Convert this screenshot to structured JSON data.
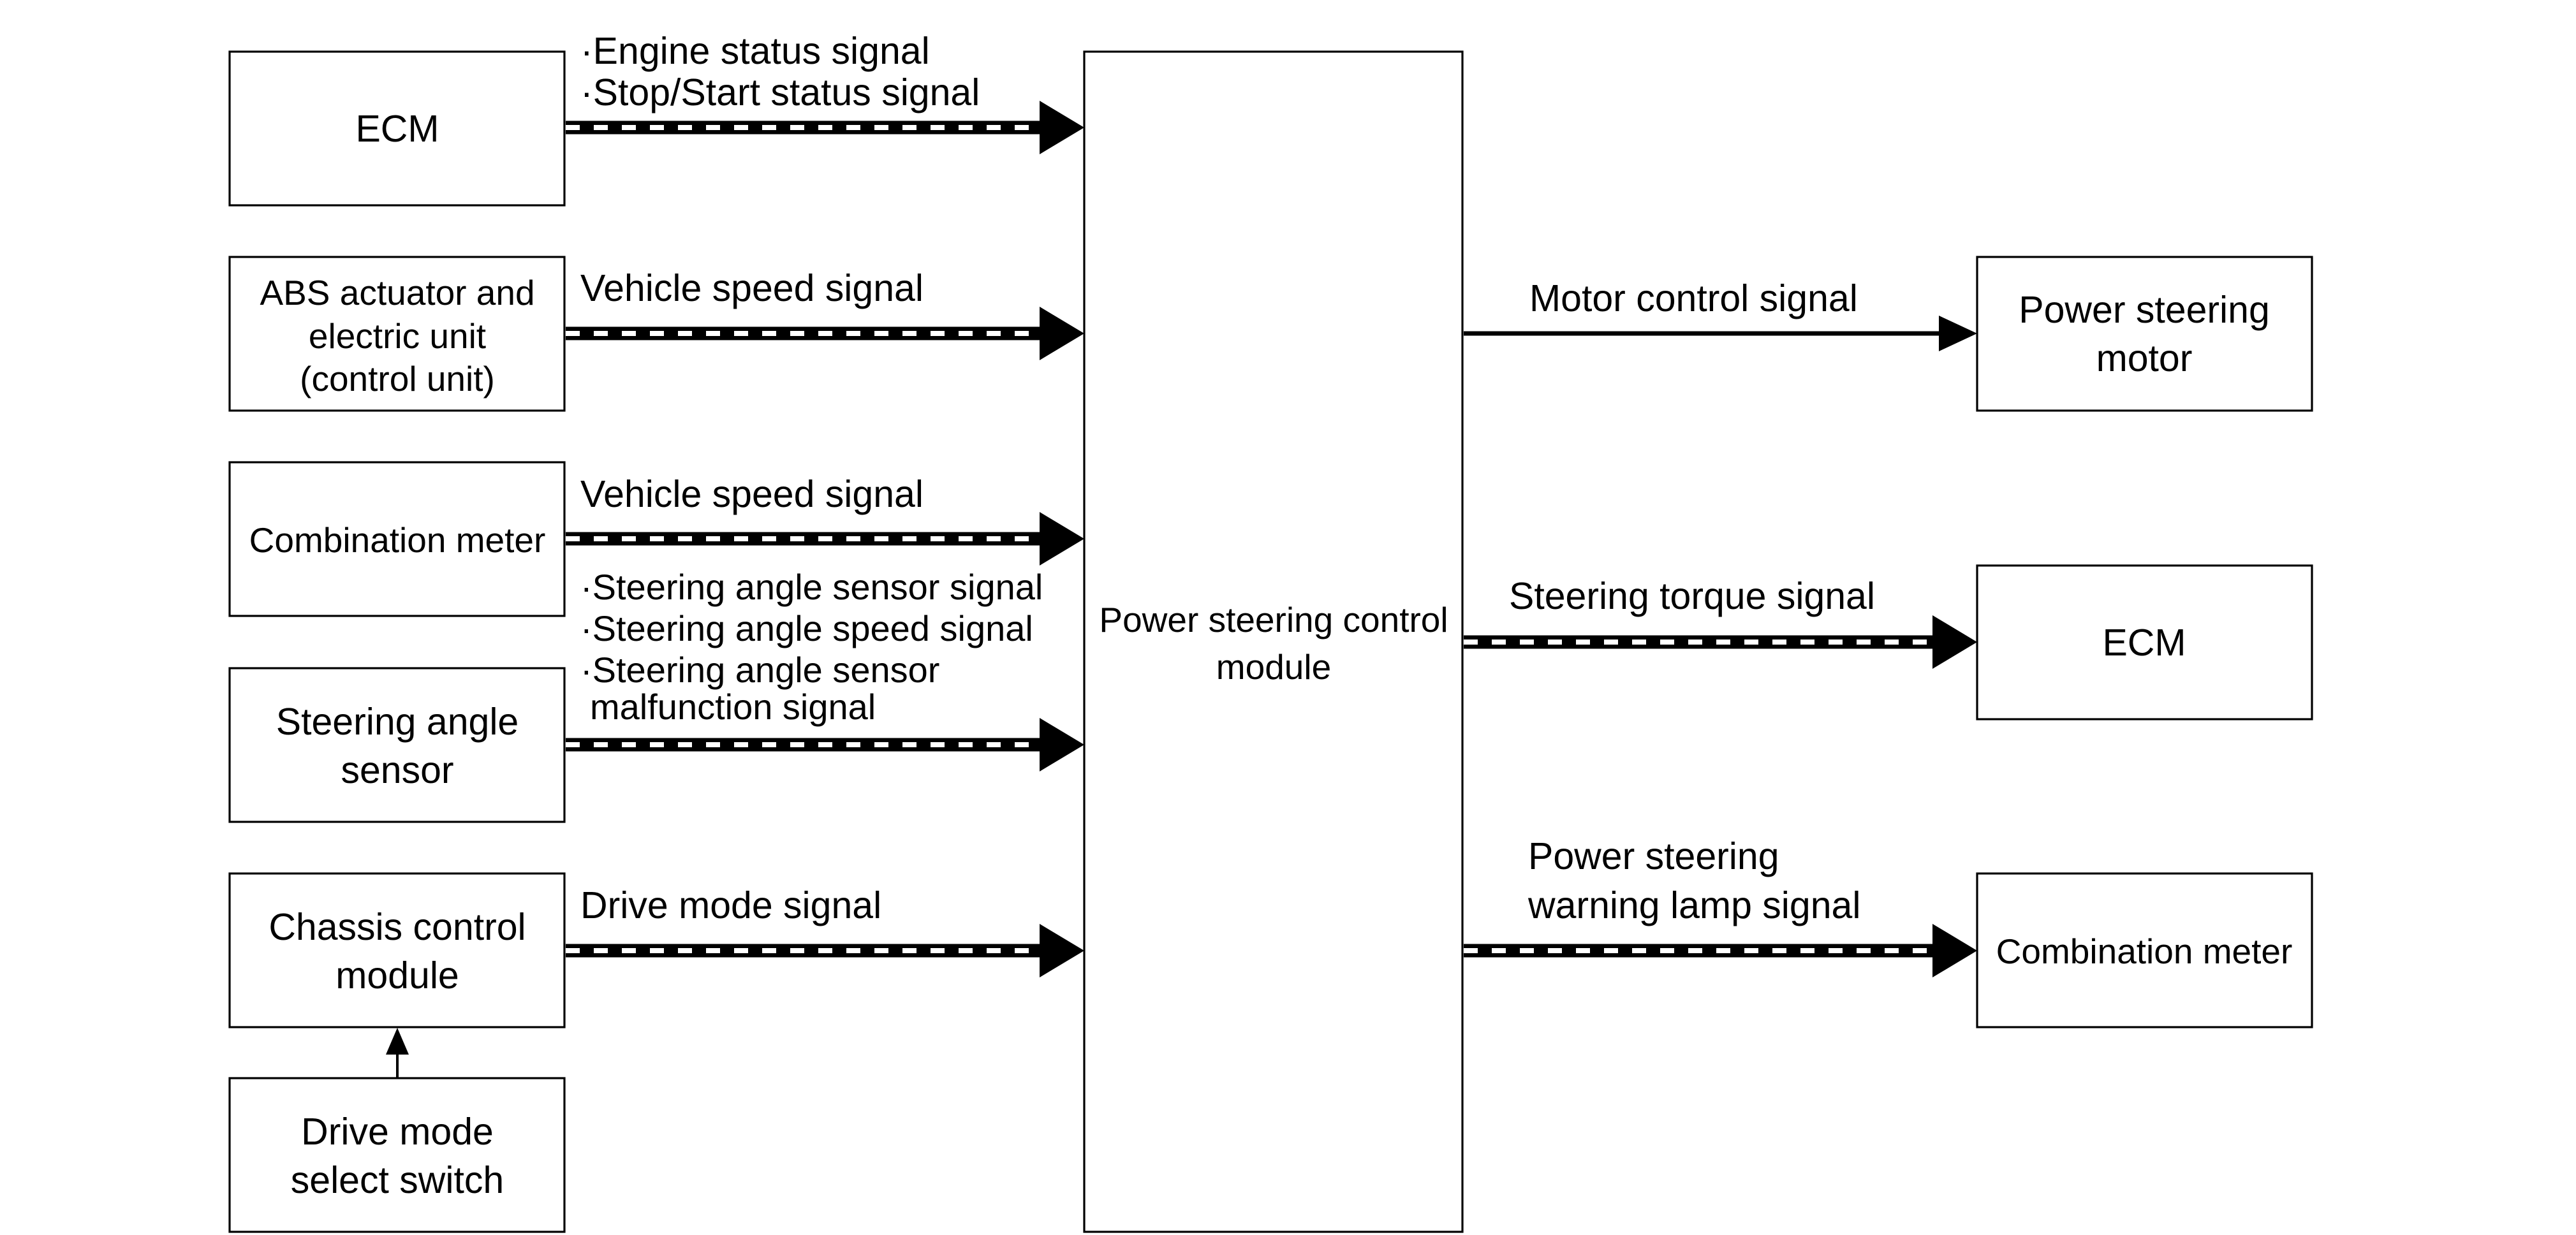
{
  "diagram": {
    "inputs": {
      "ecm": {
        "box_lines": [
          "ECM"
        ],
        "signal_lines": [
          "·Engine status signal",
          "·Stop/Start status signal"
        ]
      },
      "abs": {
        "box_lines": [
          "ABS actuator and",
          "electric unit",
          "(control unit)"
        ],
        "signal_lines": [
          "Vehicle speed signal"
        ]
      },
      "combination_meter": {
        "box_lines": [
          "Combination meter"
        ],
        "signal_lines": [
          "Vehicle speed signal"
        ]
      },
      "steering_angle_sensor": {
        "box_lines": [
          "Steering angle",
          "sensor"
        ],
        "signal_lines": [
          "·Steering angle sensor signal",
          "·Steering angle speed signal",
          "·Steering angle sensor",
          "malfunction signal"
        ]
      },
      "chassis_control_module": {
        "box_lines": [
          "Chassis control",
          "module"
        ],
        "signal_lines": [
          "Drive mode signal"
        ]
      },
      "drive_mode_switch": {
        "box_lines": [
          "Drive mode",
          "select switch"
        ]
      }
    },
    "center": {
      "box_lines": [
        "Power steering control",
        "module"
      ]
    },
    "outputs": {
      "power_steering_motor": {
        "box_lines": [
          "Power steering",
          "motor"
        ],
        "signal_lines": [
          "Motor control signal"
        ]
      },
      "ecm": {
        "box_lines": [
          "ECM"
        ],
        "signal_lines": [
          "Steering torque signal"
        ]
      },
      "combination_meter": {
        "box_lines": [
          "Combination meter"
        ],
        "signal_lines": [
          "Power steering",
          "warning lamp signal"
        ]
      }
    }
  }
}
